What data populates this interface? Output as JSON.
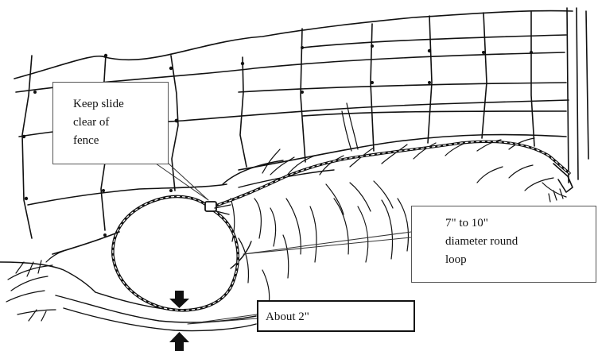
{
  "figure": {
    "callouts": {
      "slide": [
        "Keep slide",
        "clear of",
        "fence"
      ],
      "loop": [
        "7\" to 10\"",
        "diameter round",
        "loop"
      ],
      "gap": "About 2\""
    },
    "colors": {
      "ink": "#111111",
      "box_border": "#555555",
      "background": "#ffffff"
    },
    "icons": [
      "arrow-down-icon",
      "arrow-up-icon"
    ]
  }
}
